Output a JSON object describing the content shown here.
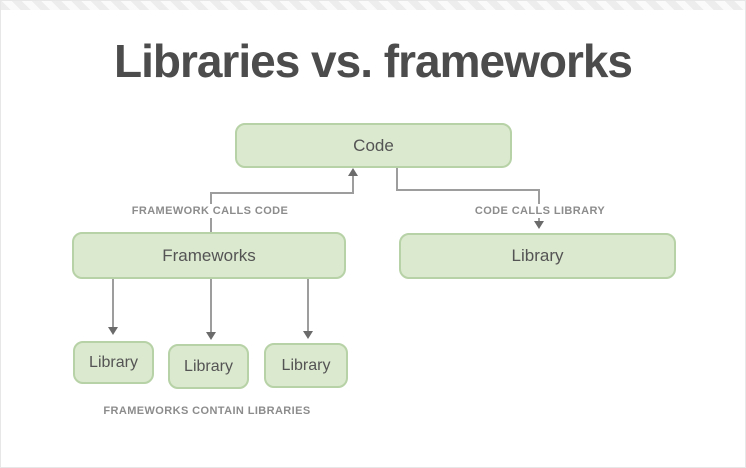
{
  "page": {
    "title": "Libraries vs. frameworks"
  },
  "diagram": {
    "nodes": {
      "code": {
        "label": "Code"
      },
      "frameworks": {
        "label": "Frameworks"
      },
      "library_right": {
        "label": "Library"
      },
      "library_1": {
        "label": "Library"
      },
      "library_2": {
        "label": "Library"
      },
      "library_3": {
        "label": "Library"
      }
    },
    "edge_labels": {
      "framework_calls_code": "FRAMEWORK CALLS CODE",
      "code_calls_library": "CODE CALLS LIBRARY",
      "frameworks_contain_libraries": "FRAMEWORKS CONTAIN LIBRARIES"
    },
    "colors": {
      "node_fill": "#dbe9cf",
      "node_border": "#b7d2a6",
      "node_text": "#545454",
      "connector_line": "#9d9d9d",
      "arrowhead": "#6b6b6b",
      "edge_label_text": "#8c8c8c",
      "title_text": "#4c4c4c",
      "ribbon_stripe": "#ededed"
    }
  }
}
